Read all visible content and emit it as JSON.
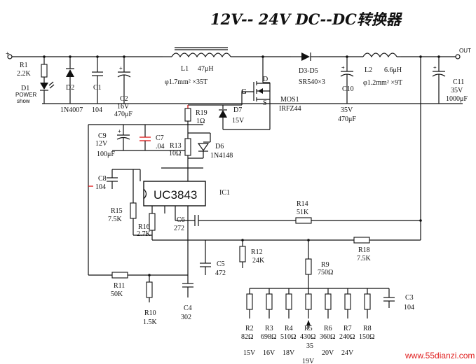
{
  "title": "12V-- 24V DC--DC转换器",
  "terminals": {
    "input": "+",
    "output": "OUT"
  },
  "components": {
    "r1": {
      "ref": "R1",
      "value": "2.2K"
    },
    "d1": {
      "ref": "D1",
      "note1": "POWER",
      "note2": "show"
    },
    "d2": {
      "ref": "D2",
      "value": "1N4007"
    },
    "c1": {
      "ref": "C1",
      "value": "104"
    },
    "c2": {
      "ref": "C2",
      "value": "16V",
      "value2": "470μF"
    },
    "l1": {
      "ref": "L1",
      "value": "47μH",
      "wire": "φ1.7mm² ×35T"
    },
    "d3": {
      "ref": "D3-D5",
      "value": "SR540×3"
    },
    "mos": {
      "ref": "MOS1",
      "value": "IRFZ44",
      "g": "G",
      "d": "D",
      "s": "S"
    },
    "l2": {
      "ref": "L2",
      "value": "6.6μH",
      "wire": "φ1.2mm² ×9T"
    },
    "c10": {
      "ref": "C10",
      "value": "35V",
      "value2": "470μF"
    },
    "c11": {
      "ref": "C11",
      "value": "35V",
      "value2": "1000μF"
    },
    "r19": {
      "ref": "R19",
      "value": "1Ω"
    },
    "d7": {
      "ref": "D7",
      "value": "15V"
    },
    "c9": {
      "ref": "C9",
      "value": "12V",
      "value2": "100μF"
    },
    "c7": {
      "ref": "C7",
      "value": ".04"
    },
    "r13": {
      "ref": "R13",
      "value": "10Ω"
    },
    "d6": {
      "ref": "D6",
      "value": "1N4148"
    },
    "c8": {
      "ref": "C8",
      "value": "104"
    },
    "ic1": {
      "name": "UC3843",
      "ref": "IC1"
    },
    "r15": {
      "ref": "R15",
      "value": "7.5K"
    },
    "r16": {
      "ref": "R16",
      "value": "2.7K"
    },
    "c6": {
      "ref": "C6",
      "value": "272"
    },
    "r14": {
      "ref": "R14",
      "value": "51K"
    },
    "r12": {
      "ref": "R12",
      "value": "24K"
    },
    "r18": {
      "ref": "R18",
      "value": "7.5K"
    },
    "c5": {
      "ref": "C5",
      "value": "472"
    },
    "r9": {
      "ref": "R9",
      "value": "750Ω"
    },
    "r11": {
      "ref": "R11",
      "value": "50K"
    },
    "r10": {
      "ref": "R10",
      "value": "1.5K"
    },
    "c4": {
      "ref": "C4",
      "value": "302"
    },
    "c3": {
      "ref": "C3",
      "value": "104"
    }
  },
  "selector": [
    {
      "ref": "R2",
      "value": "82Ω",
      "volt": "15V"
    },
    {
      "ref": "R3",
      "value": "698Ω",
      "volt": "16V"
    },
    {
      "ref": "R4",
      "value": "510Ω",
      "volt": "18V"
    },
    {
      "ref": "R5",
      "value": "430Ω",
      "volt": "19V"
    },
    {
      "ref": "R6",
      "value": "360Ω",
      "volt": "20V"
    },
    {
      "ref": "R7",
      "value": "240Ω",
      "volt": "24V"
    },
    {
      "ref": "R8",
      "value": "150Ω",
      "volt": ""
    }
  ],
  "selector_extra": "35",
  "watermark": "www.55dianzi.com",
  "colors": {
    "ink": "#111111",
    "accent": "#dd0000"
  }
}
